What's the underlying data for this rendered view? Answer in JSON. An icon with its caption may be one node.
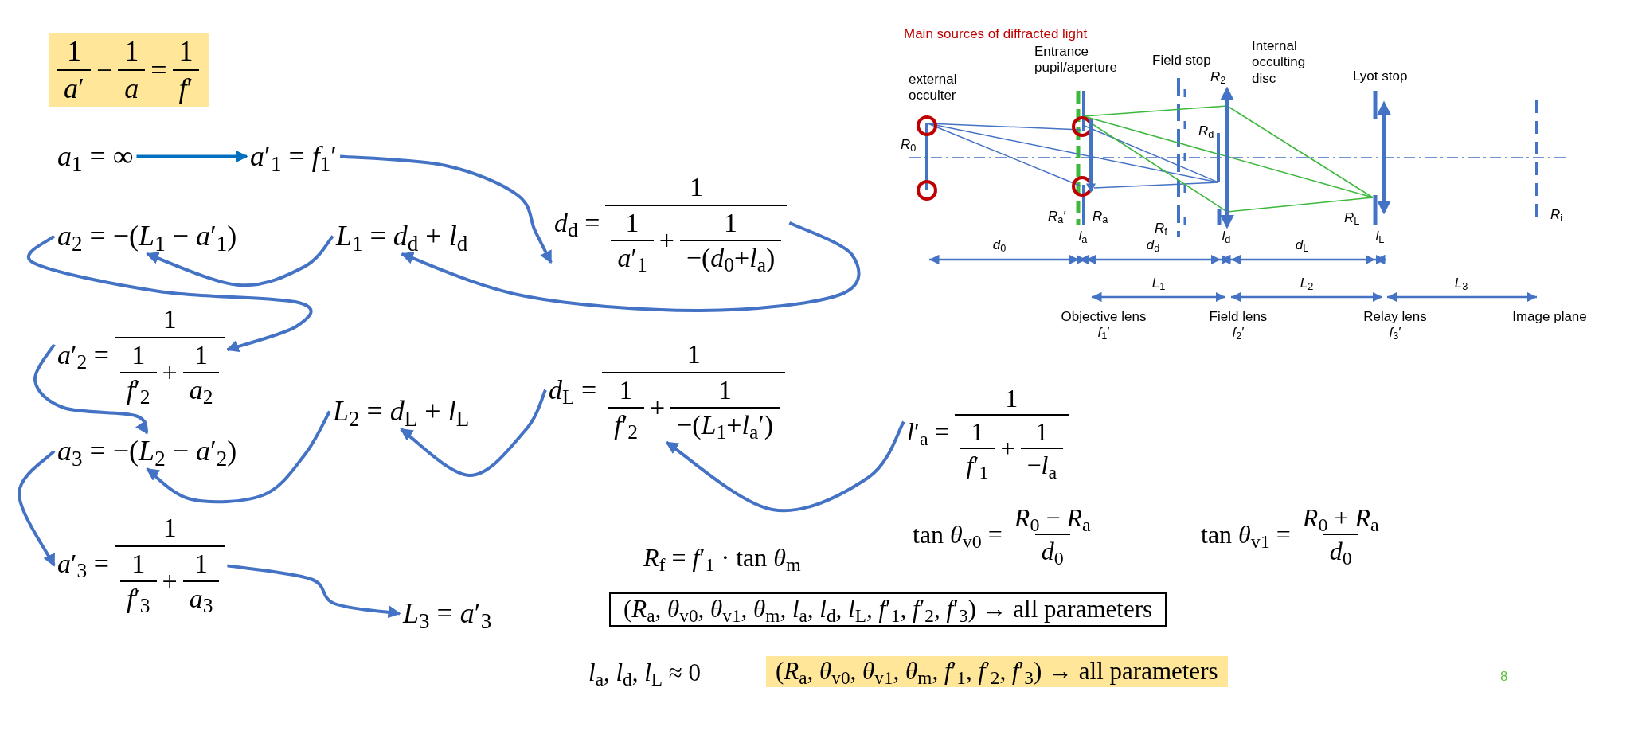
{
  "diagram": {
    "nodes": [
      {
        "text": [
          "1",
          "*a*′",
          "−",
          "1",
          "*a*",
          "=",
          "1",
          "*f*′"
        ]
      },
      {
        "text": [
          "*a*$_{1}$ = ∞"
        ]
      },
      {
        "text": [
          "*a*′$_{1}$ = *f*$_{1}$′"
        ]
      },
      {
        "text": [
          "*a*$_{2}$ = −(*L*$_{1}$ − *a*′$_{1}$)"
        ]
      },
      {
        "text": [
          "*L*$_{1}$ = *d*$_{d}$ + *l*$_{d}$"
        ]
      },
      {
        "text": [
          "*d*$_{d}$ =",
          "1",
          "1",
          "*a*′$_{1}$",
          "+",
          "1",
          "−(*d*$_{0}$+*l*$_{a}$)"
        ]
      },
      {
        "text": [
          "*a*′$_{2}$ =",
          "1",
          "1",
          "*f*′$_{2}$",
          "+",
          "1",
          "*a*$_{2}$"
        ]
      },
      {
        "text": [
          "*L*$_{2}$ = *d*$_{L}$ + *l*$_{L}$"
        ]
      },
      {
        "text": [
          "*d*$_{L}$ =",
          "1",
          "1",
          "*f*′$_{2}$",
          "+",
          "1",
          "−(*L*$_{1}$+*l*$_{a}$′)"
        ]
      },
      {
        "text": [
          "*a*$_{3}$ = −(*L*$_{2}$ − *a*′$_{2}$)"
        ]
      },
      {
        "text": [
          "*l*′$_{a}$ =",
          "1",
          "1",
          "*f*′$_{1}$",
          "+",
          "1",
          "−*l*$_{a}$"
        ]
      },
      {
        "text": [
          "*a*′$_{3}$ =",
          "1",
          "1",
          "*f*′$_{3}$",
          "+",
          "1",
          "*a*$_{3}$"
        ]
      },
      {
        "text": [
          "*L*$_{3}$ = *a*′$_{3}$"
        ]
      },
      {
        "text": [
          "tan *θ*$_{v0}$ =",
          "*R*$_{0}$ − *R*$_{a}$",
          "*d*$_{0}$"
        ]
      },
      {
        "text": [
          "tan *θ*$_{v1}$ =",
          "*R*$_{0}$ + *R*$_{a}$",
          "*d*$_{0}$"
        ]
      },
      {
        "text": [
          "*R*$_{f}$ = *f*′$_{1}$ · tan *θ*$_{m}$"
        ]
      },
      {
        "text": [
          "(*R*$_{a}$, *θ*$_{v0}$, *θ*$_{v1}$, *θ*$_{m}$, *l*$_{a}$, *l*$_{d}$, *l*$_{L}$, *f*′$_{1}$, *f*′$_{2}$, *f*′$_{3}$) → all parameters"
        ]
      },
      {
        "text": [
          "*l*$_{a}$, *l*$_{d}$, *l*$_{L}$ ≈ 0"
        ]
      },
      {
        "text": [
          "(*R*$_{a}$, *θ*$_{v0}$, *θ*$_{v1}$, *θ*$_{m}$, *f*′$_{1}$, *f*′$_{2}$, *f*′$_{3}$) → all parameters"
        ]
      }
    ],
    "edges": [
      {
        "from": 1,
        "to": 2,
        "arrow": "to",
        "color": "#0070c0"
      },
      {
        "from": 2,
        "to": 5,
        "arrow": "to"
      },
      {
        "from": 5,
        "to": 4,
        "arrow": "to"
      },
      {
        "from": 4,
        "to": 3,
        "arrow": "to"
      },
      {
        "from": 3,
        "to": 6,
        "arrow": "to"
      },
      {
        "from": 6,
        "to": 9,
        "arrow": "to"
      },
      {
        "from": 7,
        "to": 9,
        "arrow": "to"
      },
      {
        "from": 8,
        "to": 7,
        "arrow": "to"
      },
      {
        "from": 10,
        "to": 8,
        "arrow": "to"
      },
      {
        "from": 9,
        "to": 11,
        "arrow": "to"
      },
      {
        "from": 11,
        "to": 12,
        "arrow": "to"
      }
    ],
    "labels": [
      "Main sources of diffracted light",
      "Entrance pupil/aperture",
      "Field stop",
      "Internal occulting disc",
      "external occulter",
      "*R*$_{2}$",
      "Lyot stop",
      "*R*$_{0}$",
      "*R*$_{d}$",
      "*R*$_{a}$′",
      "*R*$_{a}$",
      "*R*$_{f}$",
      "*R*$_{L}$",
      "*R*$_{i}$",
      "*d*$_{0}$",
      "*l*$_{a}$",
      "*d*$_{d}$",
      "*l*$_{d}$",
      "*d*$_{L}$",
      "*l*$_{L}$",
      "*L*$_{1}$",
      "*L*$_{2}$",
      "*L*$_{3}$",
      "Objective lens",
      "*f*$_{1}$′",
      "Field lens",
      "*f*$_{2}$′",
      "Relay lens",
      "*f*$_{3}$′",
      "Image plane",
      "8"
    ]
  }
}
